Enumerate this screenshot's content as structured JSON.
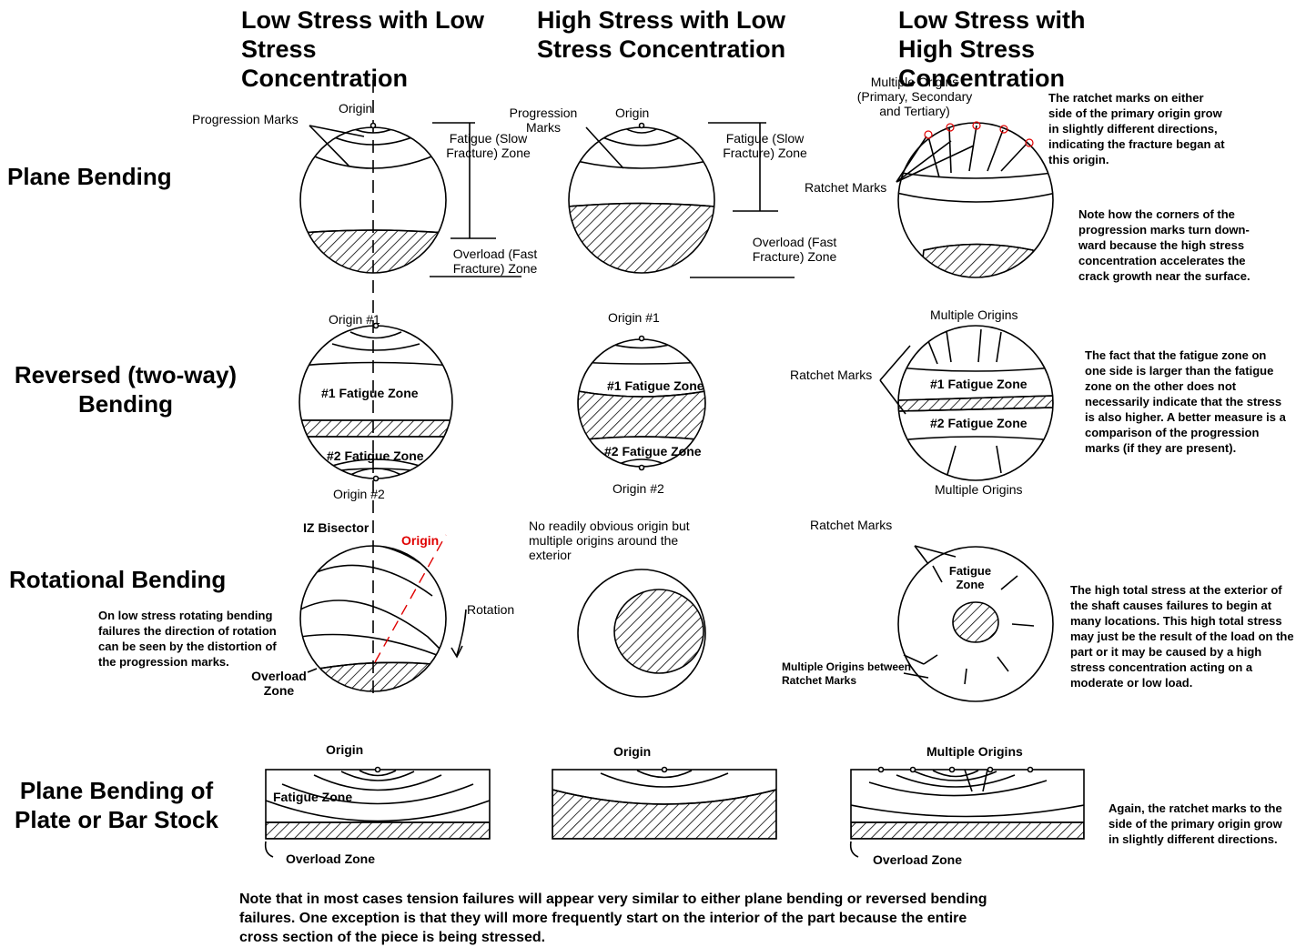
{
  "columns": [
    "Low Stress with Low Stress Concentration",
    "High Stress with Low Stress Concentration",
    "Low Stress with High Stress Concentration"
  ],
  "rows": [
    "Plane Bending",
    "Reversed (two-way) Bending",
    "Rotational Bending",
    "Plane Bending of Plate or Bar Stock"
  ],
  "labels": {
    "progression_marks": "Progression Marks",
    "origin": "Origin",
    "fatigue_zone_slow": "Fatigue (Slow Fracture) Zone",
    "overload_fast": "Overload (Fast Fracture) Zone",
    "multiple_origins_psd": "Multiple Origins (Primary, Secondary and Tertiary)",
    "ratchet_marks": "Ratchet Marks",
    "origin_1": "Origin #1",
    "origin_2": "Origin #2",
    "fatigue_zone_1": "#1 Fatigue Zone",
    "fatigue_zone_2": "#2 Fatigue Zone",
    "multiple_origins": "Multiple Origins",
    "iz_bisector": "IZ Bisector",
    "rotation": "Rotation",
    "overload_zone": "Overload Zone",
    "fatigue_zone": "Fatigue Zone",
    "no_origin": "No readily obvious origin but multiple origins around the exterior",
    "multiple_origins_between": "Multiple Origins between Ratchet Marks"
  },
  "notes": {
    "ratchet_primary": "The ratchet marks on either side of the primary origin grow in slightly different directions, indicating the fracture began at this origin.",
    "corners": "Note how the corners of the progression marks turn down-ward because the high stress concentration accelerates the crack growth near the surface.",
    "fatigue_side": "The fact that the fatigue zone on one side is larger than the fatigue zone on the other does not necessarily indicate that the stress is also higher.  A better measure is a comparison of the progression marks (if they are present).",
    "rotation_note": "On low stress rotating bending failures the direction of rotation can be seen by the distortion of the progression marks.",
    "high_total_stress": "The high total stress at the exterior of the shaft causes failures to begin at many locations.  This high total stress may just be the result of the load on the part or it may be caused by a high stress concentration acting on a moderate or low load.",
    "again_ratchet": "Again, the ratchet marks to the side of the primary origin grow in slightly different directions.",
    "footer": "Note that in most cases tension failures will appear very similar to either plane bending or reversed bending failures.  One exception is that they will more frequently start on the interior of the part because the entire cross section of the piece is being stressed."
  },
  "colors": {
    "ink": "#000000",
    "origin_red": "#e00000"
  }
}
